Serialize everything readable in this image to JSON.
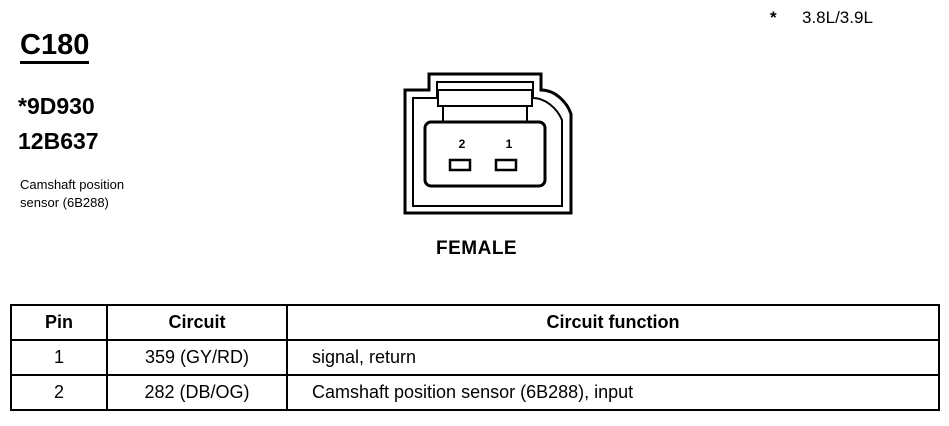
{
  "note": {
    "marker": "*",
    "text": "3.8L/3.9L"
  },
  "connector": {
    "id": "C180",
    "part_numbers": [
      "*9D930",
      "12B637"
    ],
    "description_lines": [
      "Camshaft position",
      "sensor (6B288)"
    ],
    "gender": "FEMALE",
    "cavity_labels": [
      "2",
      "1"
    ]
  },
  "table": {
    "headers": {
      "pin": "Pin",
      "circuit": "Circuit",
      "function": "Circuit function"
    },
    "rows": [
      {
        "pin": "1",
        "circuit": "359 (GY/RD)",
        "function": "signal, return"
      },
      {
        "pin": "2",
        "circuit": "282 (DB/OG)",
        "function": "Camshaft position sensor (6B288), input"
      }
    ]
  }
}
